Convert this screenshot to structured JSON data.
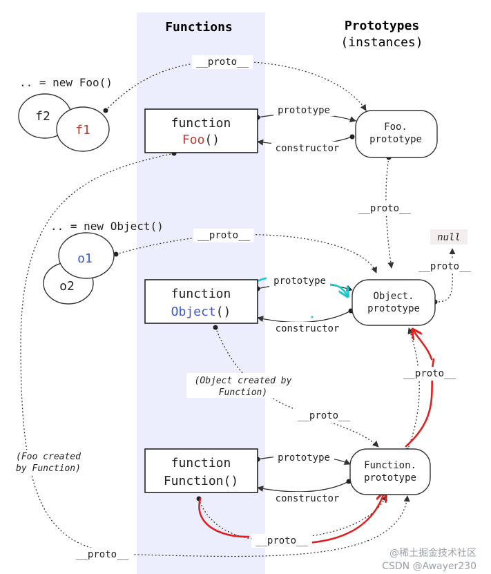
{
  "headers": {
    "functions": "Functions",
    "prototypes": "Prototypes",
    "instances": "(instances)"
  },
  "instances": {
    "new_foo": ".. = new Foo()",
    "f2": "f2",
    "f1": "f1",
    "new_object": ".. = new Object()",
    "o1": "o1",
    "o2": "o2"
  },
  "functions": {
    "foo": {
      "keyword": "function",
      "name": "Foo",
      "parens": "()"
    },
    "object": {
      "keyword": "function",
      "name": "Object",
      "parens": "()"
    },
    "function": {
      "keyword": "function",
      "name": "Function()"
    }
  },
  "prototypes": {
    "foo_line1": "Foo.",
    "foo_line2": "prototype",
    "object_line1": "Object.",
    "object_line2": "prototype",
    "function_line1": "Function.",
    "function_line2": "prototype",
    "null": "null"
  },
  "edges": {
    "proto": "__proto__",
    "prototype": "prototype",
    "constructor": "constructor"
  },
  "notes": {
    "object_created_1": "(Object created by",
    "object_created_2": "Function)",
    "foo_created_1": "(Foo created",
    "foo_created_2": "by Function)"
  },
  "watermark": {
    "line1": "@稀土掘金技术社区",
    "line2": "CSDN @Awayer230"
  },
  "colors": {
    "column_band": "#eceefd",
    "red_name": "#c0392b",
    "blue_name": "#3b55d6",
    "red_annotation": "#e01f1f",
    "cyan_annotation": "#18c8cf",
    "line": "#333333"
  }
}
